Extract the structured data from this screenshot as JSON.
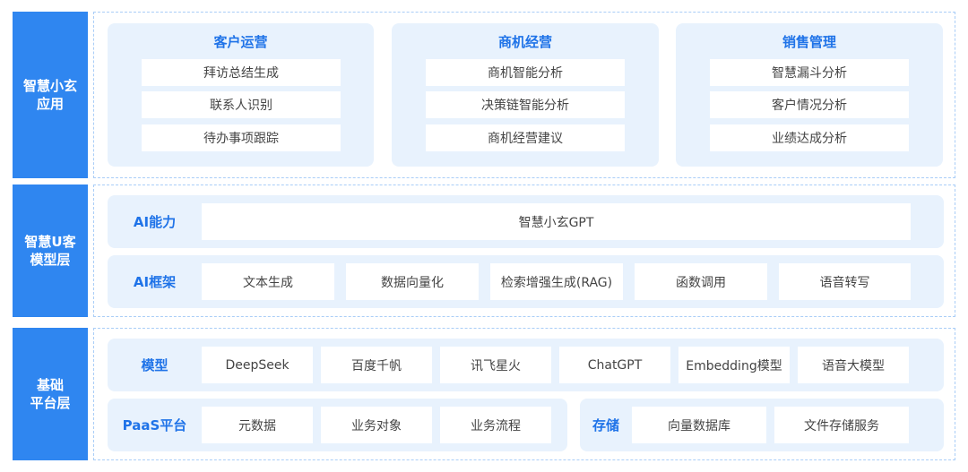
{
  "app_layer": {
    "label_line1": "智慧小玄",
    "label_line2": "应用",
    "groups": [
      {
        "title": "客户运营",
        "items": [
          "拜访总结生成",
          "联系人识别",
          "待办事项跟踪"
        ]
      },
      {
        "title": "商机经营",
        "items": [
          "商机智能分析",
          "决策链智能分析",
          "商机经营建议"
        ]
      },
      {
        "title": "销售管理",
        "items": [
          "智慧漏斗分析",
          "客户情况分析",
          "业绩达成分析"
        ]
      }
    ]
  },
  "model_layer": {
    "label_line1": "智慧U客",
    "label_line2": "模型层",
    "ai_capability": {
      "label": "AI能力",
      "items": [
        "智慧小玄GPT"
      ]
    },
    "ai_framework": {
      "label": "AI框架",
      "items": [
        "文本生成",
        "数据向量化",
        "检索增强生成(RAG)",
        "函数调用",
        "语音转写"
      ]
    }
  },
  "base_layer": {
    "label_line1": "基础",
    "label_line2": "平台层",
    "models": {
      "label": "模型",
      "items": [
        "DeepSeek",
        "百度千帆",
        "讯飞星火",
        "ChatGPT",
        "Embedding模型",
        "语音大模型"
      ]
    },
    "paas": {
      "label": "PaaS平台",
      "items": [
        "元数据",
        "业务对象",
        "业务流程"
      ]
    },
    "storage": {
      "label": "存储",
      "items": [
        "向量数据库",
        "文件存储服务"
      ]
    }
  },
  "colors": {
    "accent": "#2f86f0",
    "title_blue": "#1f73e8",
    "panel_bg": "#e8f2fd",
    "dash_border": "#a9cdf7"
  }
}
